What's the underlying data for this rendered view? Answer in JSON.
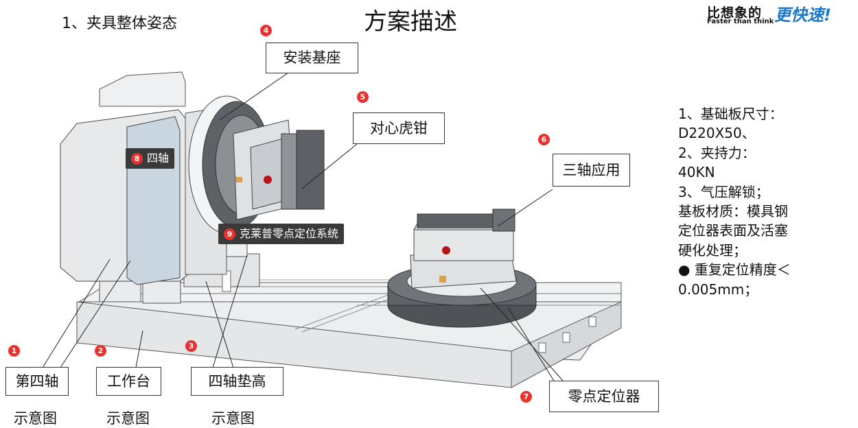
{
  "header": {
    "section_title": "1、夹具整体姿态",
    "main_title": "方案描述"
  },
  "logo": {
    "cn_part1": "比想象的",
    "cn_part2": "更快速!",
    "en": "Faster than think",
    "accent_color": "#1f78c8"
  },
  "callouts": [
    {
      "badge": "1",
      "label": "第四轴",
      "caption": "示意图"
    },
    {
      "badge": "2",
      "label": "工作台",
      "caption": "示意图"
    },
    {
      "badge": "3",
      "label": "四轴垫高",
      "caption": "示意图"
    },
    {
      "badge": "4",
      "label": "安装基座"
    },
    {
      "badge": "5",
      "label": "对心虎钳"
    },
    {
      "badge": "6",
      "label": "三轴应用"
    },
    {
      "badge": "7",
      "label": "零点定位器"
    },
    {
      "badge": "8",
      "label": "四轴"
    },
    {
      "badge": "9",
      "label": "克莱普零点定位系统"
    }
  ],
  "specs": [
    "1、基础板尺寸：",
    "D220X50、",
    "2、夹持力：",
    "40KN",
    "3、气压解锁；",
    "基板材质：模具钢",
    "定位器表面及活塞",
    "硬化处理；",
    "● 重复定位精度＜",
    "0.005mm；"
  ],
  "colors": {
    "badge_red": "#e8312f",
    "tag_dark": "#3a3a3a",
    "machine_grey": "#e6e8ea",
    "window_blue": "#c9d6e0"
  }
}
